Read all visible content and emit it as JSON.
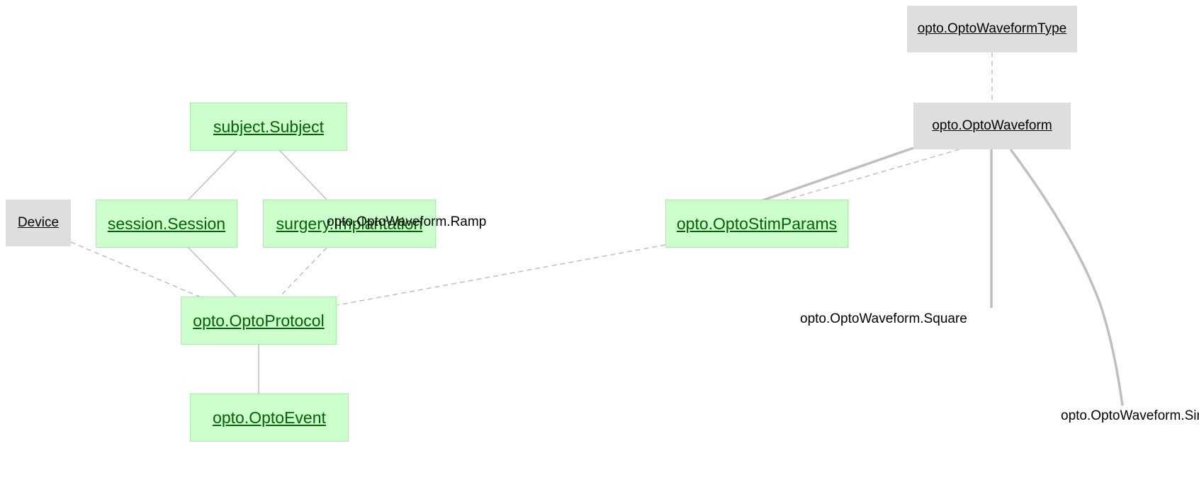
{
  "tables": {
    "waveform_type": "opto.OptoWaveformType",
    "waveform": "opto.OptoWaveform",
    "subject": "subject.Subject",
    "device": "Device",
    "session": "session.Session",
    "implantation": "surgery.Implantation",
    "stim_params": "opto.OptoStimParams",
    "protocol": "opto.OptoProtocol",
    "event": "opto.OptoEvent"
  },
  "parts": {
    "ramp": "opto.OptoWaveform.Ramp",
    "square": "opto.OptoWaveform.Square",
    "sine": "opto.OptoWaveform.Sine"
  },
  "table_tiers": {
    "manual": [
      "subject",
      "session",
      "implantation",
      "stim_params",
      "protocol",
      "event"
    ],
    "lookup": [
      "waveform_type",
      "waveform",
      "device"
    ]
  },
  "colors": {
    "manual_fill": "#ccffcc",
    "manual_text": "#006400",
    "lookup_fill": "#dedede",
    "edge": "#bfbfbf"
  },
  "edges": [
    {
      "from": "waveform_type",
      "to": "waveform",
      "style": "dashed"
    },
    {
      "from": "subject",
      "to": "session",
      "style": "solid"
    },
    {
      "from": "subject",
      "to": "implantation",
      "style": "solid"
    },
    {
      "from": "session",
      "to": "protocol",
      "style": "solid"
    },
    {
      "from": "implantation",
      "to": "protocol",
      "style": "dashed"
    },
    {
      "from": "device",
      "to": "protocol",
      "style": "dashed"
    },
    {
      "from": "stim_params",
      "to": "protocol",
      "style": "dashed"
    },
    {
      "from": "protocol",
      "to": "event",
      "style": "solid"
    },
    {
      "from": "waveform",
      "to": "stim_params",
      "style": "dashed"
    },
    {
      "from": "waveform",
      "to": "ramp",
      "style": "part"
    },
    {
      "from": "waveform",
      "to": "square",
      "style": "part"
    },
    {
      "from": "waveform",
      "to": "sine",
      "style": "part"
    }
  ]
}
